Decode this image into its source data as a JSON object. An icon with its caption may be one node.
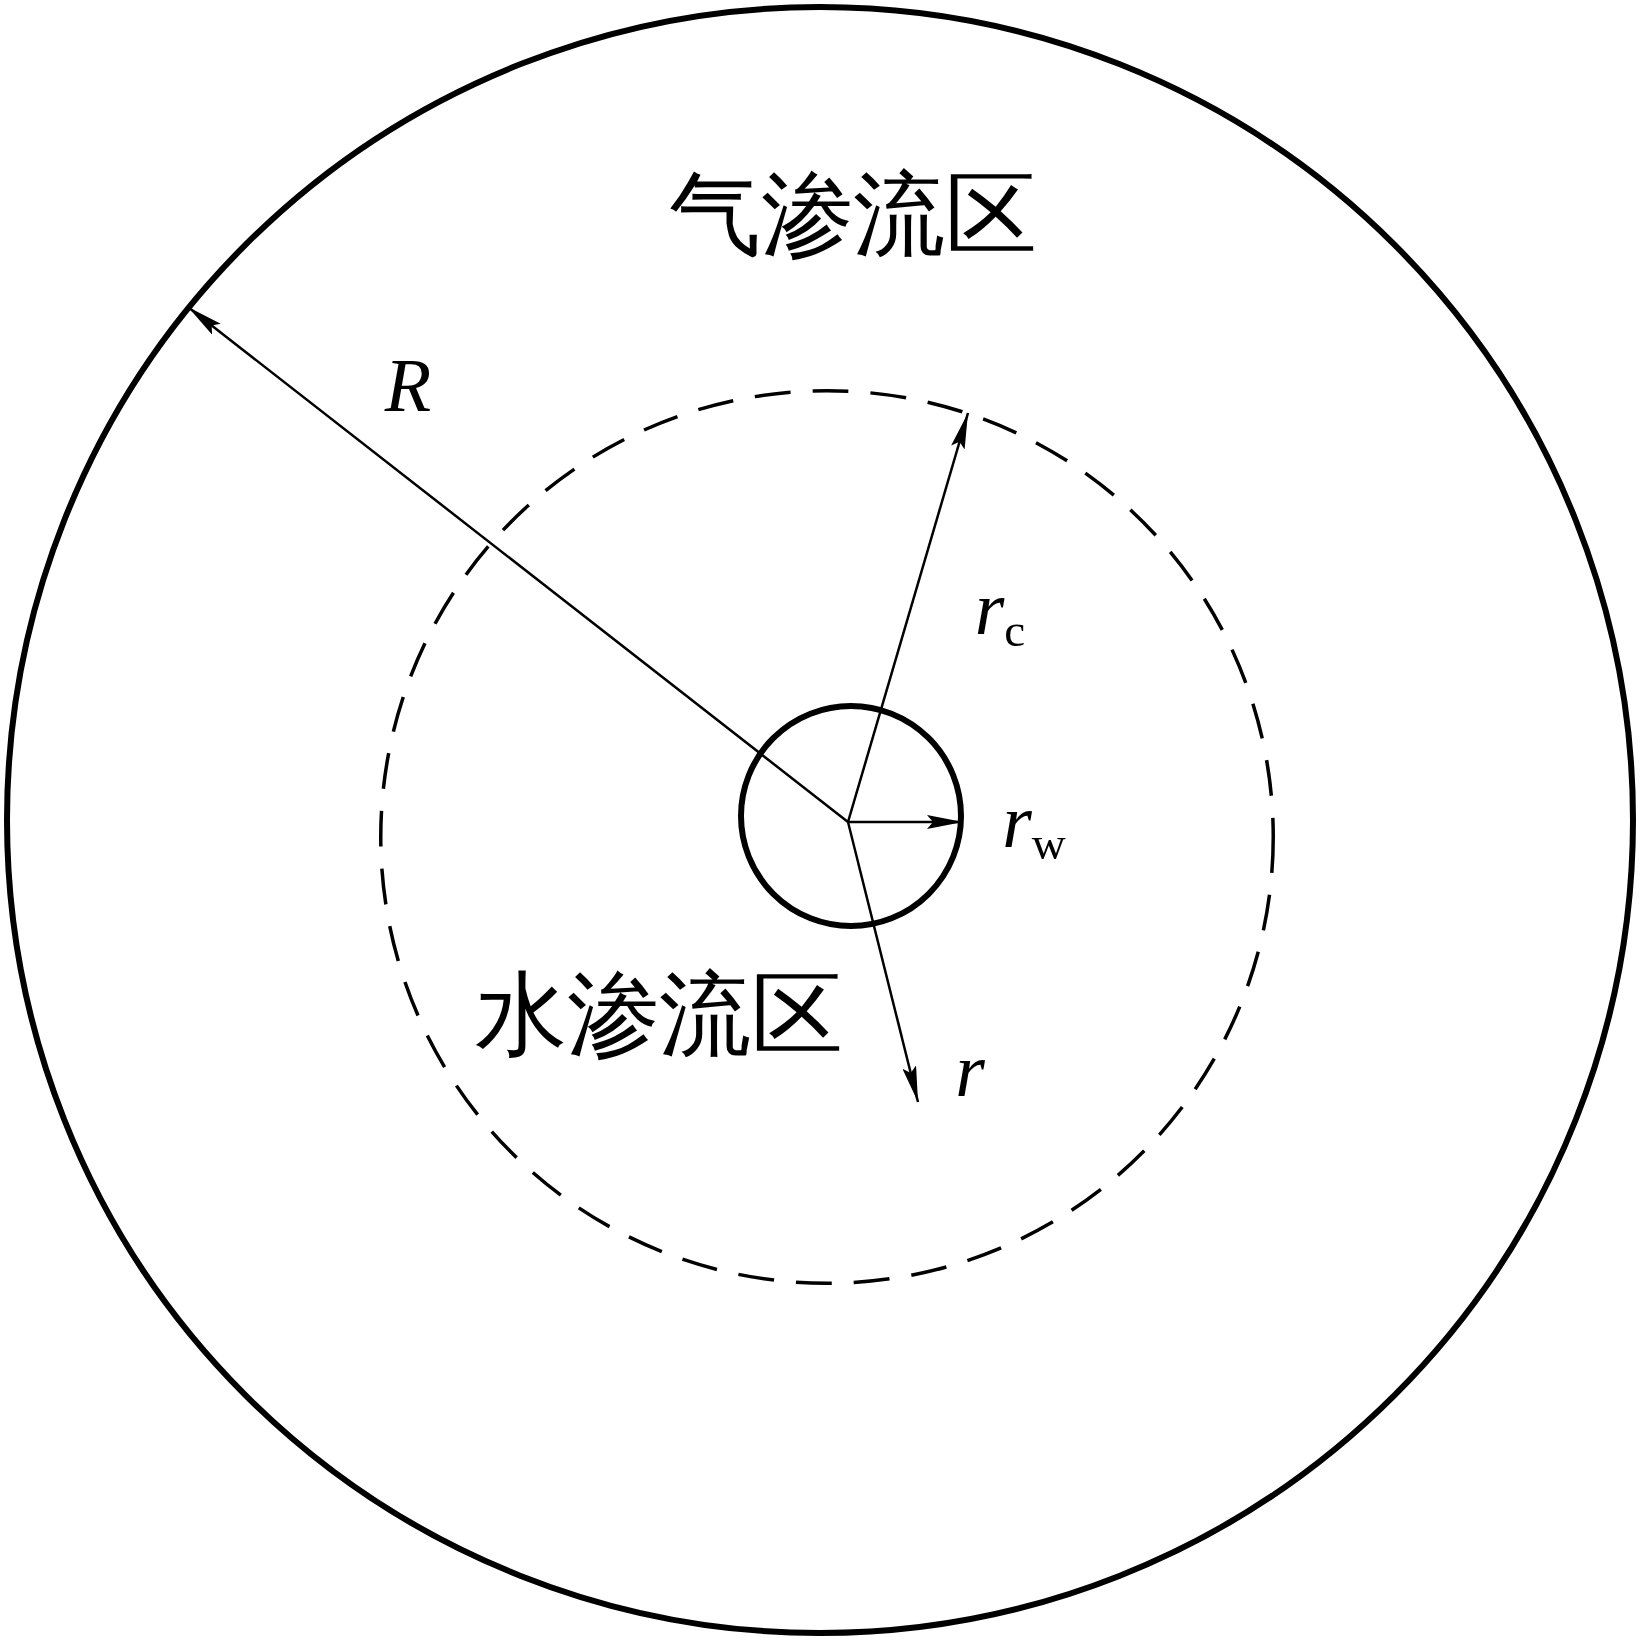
{
  "diagram": {
    "nodes": [
      {
        "text": [
          "气渗流区"
        ]
      },
      {
        "text": [
          "水渗流区"
        ],
        "in": 0
      },
      {
        "text": [],
        "shape": "circle",
        "in": 1,
        "beside": [
          "*r*$_{w}$"
        ]
      }
    ],
    "labels": [
      "R",
      "*r*$_{c}$",
      "r"
    ]
  }
}
